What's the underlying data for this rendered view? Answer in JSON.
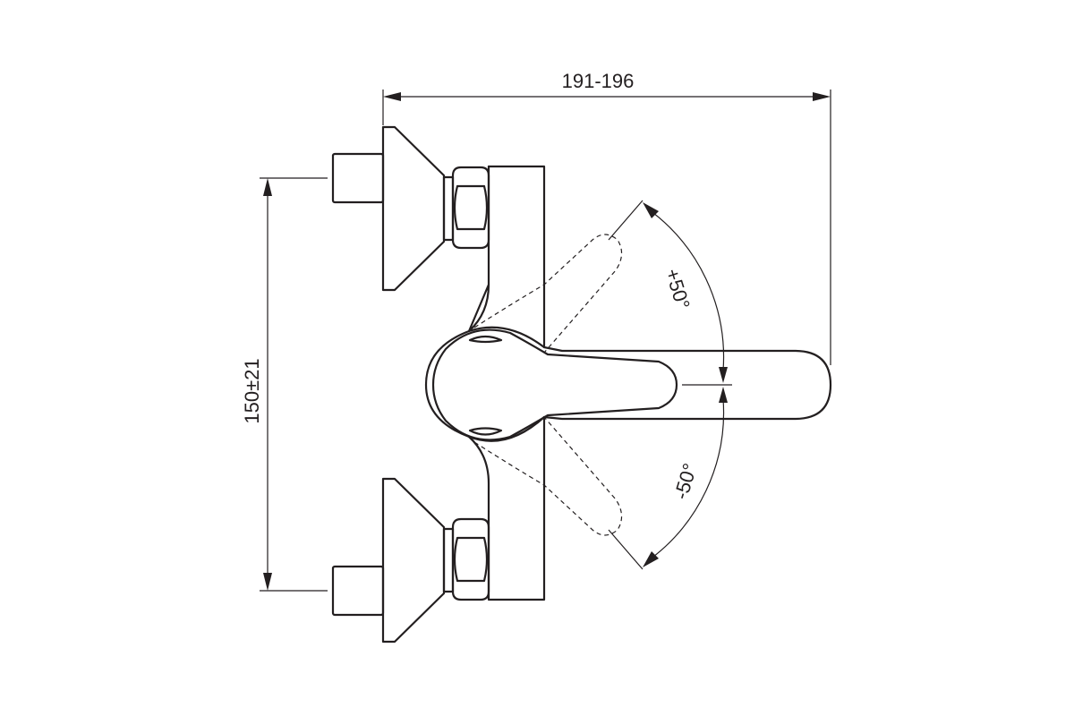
{
  "dimensions": {
    "width_label": "191-196",
    "height_label": "150±21",
    "angle_up_label": "+50°",
    "angle_down_label": "-50°"
  },
  "colors": {
    "line": "#231f20",
    "background": "#ffffff"
  }
}
